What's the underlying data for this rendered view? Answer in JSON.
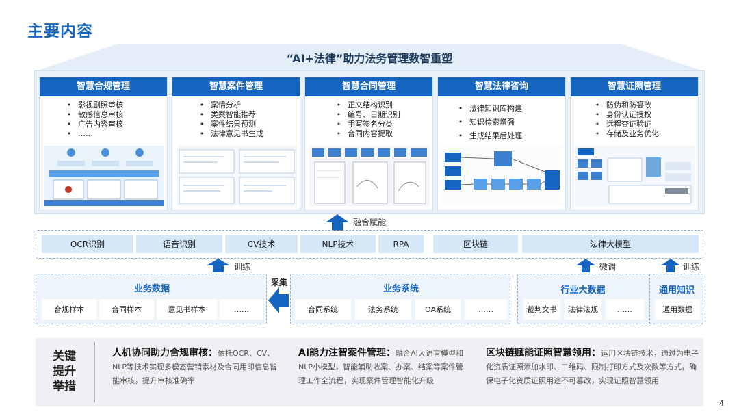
{
  "page_title": "主要内容",
  "roof_title": "“AI+法律”助力法务管理数智重塑",
  "modules": [
    {
      "title": "智慧合规管理",
      "items": [
        "影视剧照审核",
        "敏感信息审核",
        "广告内容审核",
        "……"
      ]
    },
    {
      "title": "智慧案件管理",
      "items": [
        "案情分析",
        "类案智能推荐",
        "案件结果预测",
        "法律意见书生成"
      ]
    },
    {
      "title": "智慧合同管理",
      "items": [
        "正文结构识别",
        "编号、日期识别",
        "手写签名分类",
        "合同内容提取"
      ]
    },
    {
      "title": "智慧法律咨询",
      "items": [
        "法律知识库构建",
        "知识检索增强",
        "生成结果后处理"
      ]
    },
    {
      "title": "智慧证照管理",
      "items": [
        "防伪和防篡改",
        "身份认证授权",
        "远程查证验证",
        "存储及业务优化"
      ]
    }
  ],
  "arrows": {
    "fusion": "融合赋能",
    "train_left": "训练",
    "finetune": "微调",
    "train_right": "训练",
    "collect": "采集"
  },
  "tech": [
    "OCR识别",
    "语音识别",
    "CV技术",
    "NLP技术",
    "RPA",
    "区块链",
    "法律大模型"
  ],
  "business_data": {
    "title": "业务数据",
    "items": [
      "合规样本",
      "合同样本",
      "意见书样本",
      "……"
    ]
  },
  "business_system": {
    "title": "业务系统",
    "items": [
      "合同系统",
      "法务系统",
      "OA系统",
      "……"
    ]
  },
  "industry_data": {
    "title": "行业大数据",
    "items": [
      "裁判文书",
      "法律法规",
      "……"
    ]
  },
  "general_knowledge": {
    "title": "通用知识",
    "items": [
      "通用数据"
    ]
  },
  "key_label": "关键提升举措",
  "measures": [
    {
      "title": "人机协同助力合规审核：",
      "text": "依托OCR、CV、NLP等技术实现多模态营销素材及合同用印信息智能审核，提升审核准确率"
    },
    {
      "title": "AI能力注智案件管理：",
      "text": "融合AI大语言模型和NLP小模型，智能辅助收案、办案、结案等案件管理工作全流程，实现案件管理智能化升级"
    },
    {
      "title": "区块链赋能证照智慧领用：",
      "text": "运用区块链技术，通过为电子化资质证照添加水印、二维码、限制打印方式及次数等方式，确保电子化资质证照用途不可篡改，实现证照智慧领用"
    }
  ],
  "page_number": "4",
  "colors": {
    "primary": "#1565c0",
    "light": "#d6e7f8",
    "band": "#eef0f3"
  }
}
